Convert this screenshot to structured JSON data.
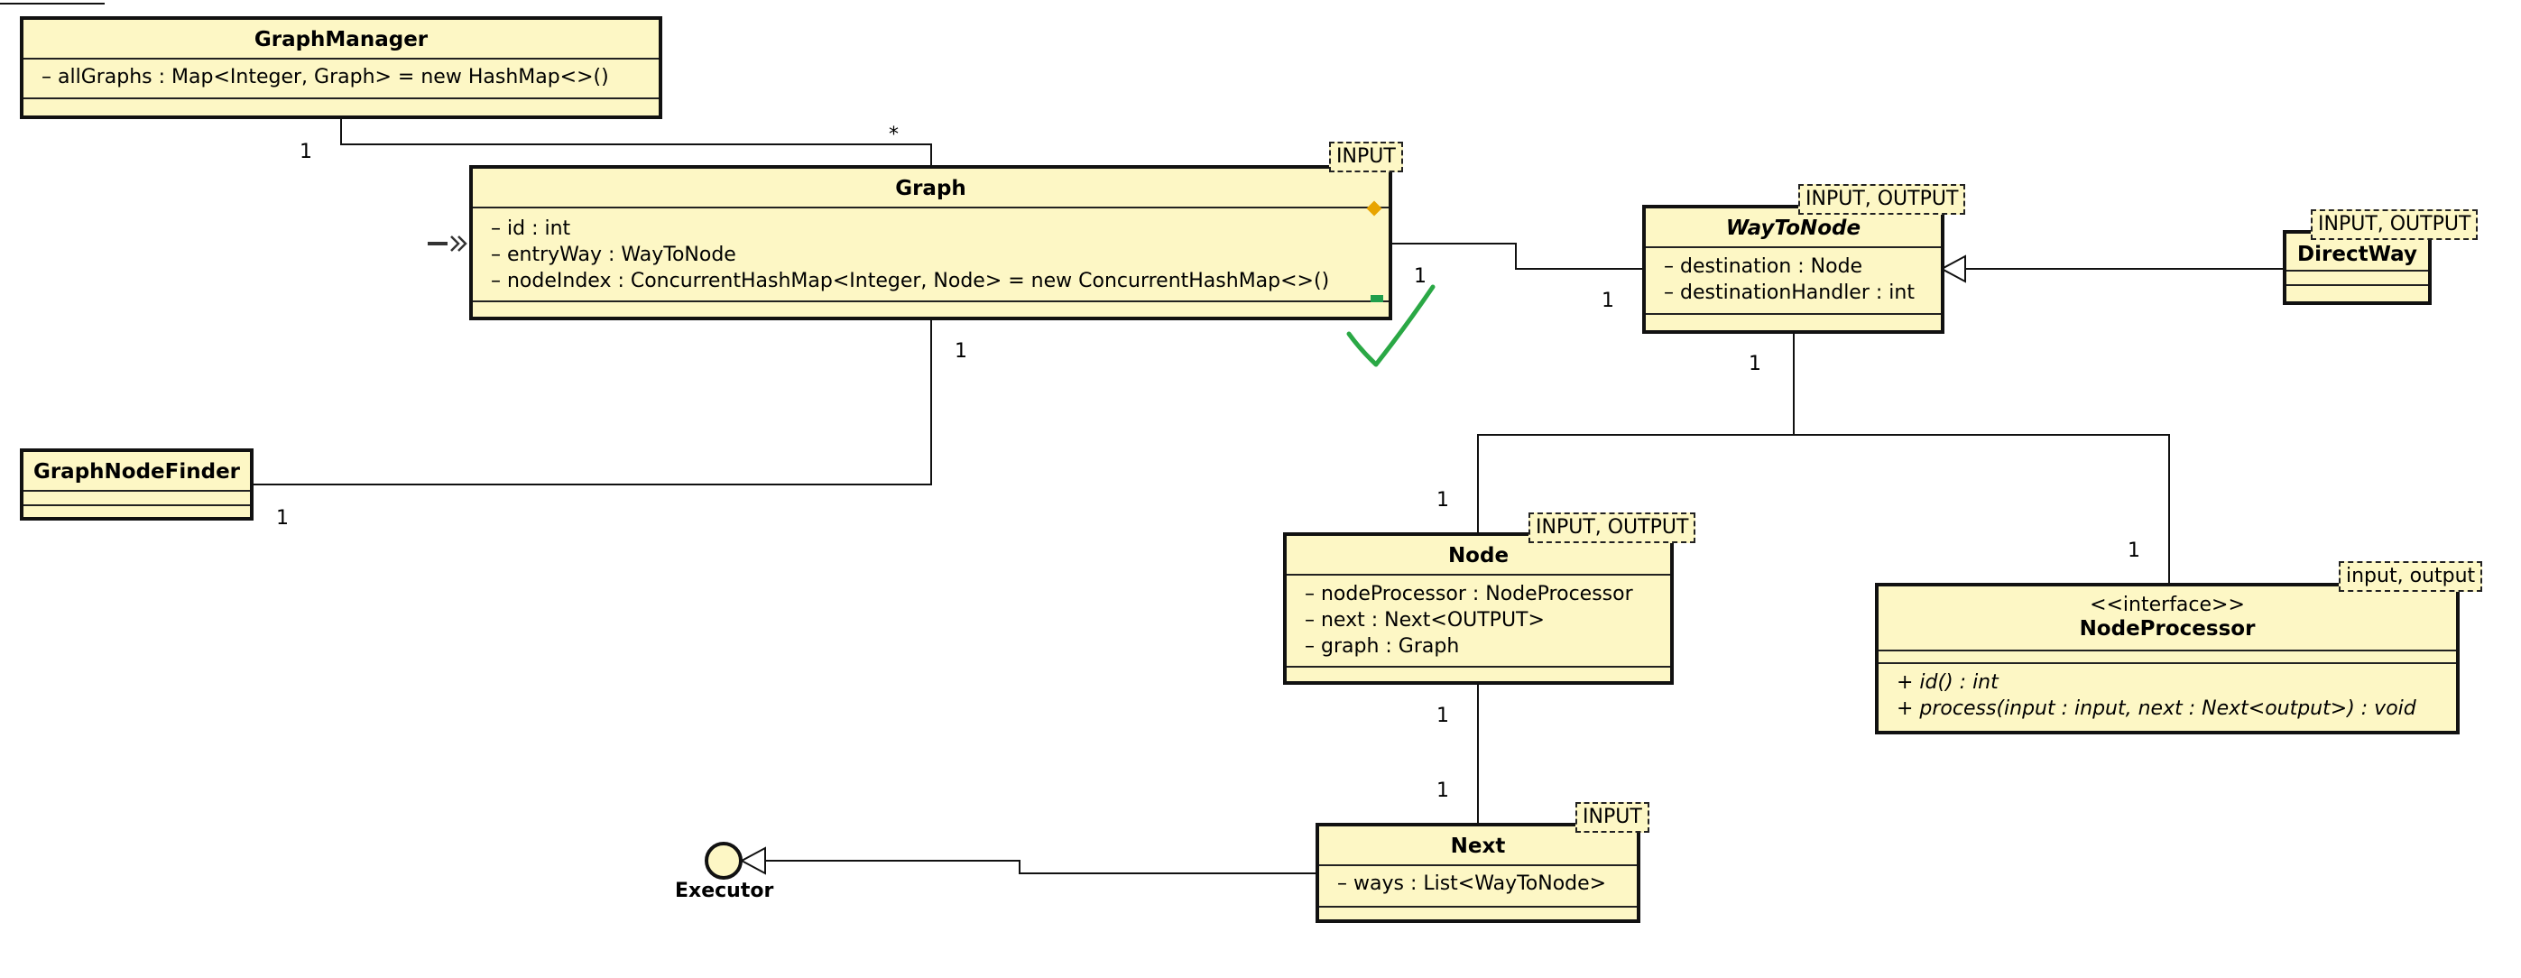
{
  "classes": {
    "graph_manager": {
      "name": "GraphManager",
      "attributes": [
        "– allGraphs : Map<Integer, Graph> = new HashMap<>()"
      ]
    },
    "graph": {
      "name": "Graph",
      "template": "INPUT",
      "attributes": [
        "– id : int",
        "– entryWay : WayToNode",
        "– nodeIndex : ConcurrentHashMap<Integer, Node> = new ConcurrentHashMap<>()"
      ]
    },
    "graph_node_finder": {
      "name": "GraphNodeFinder"
    },
    "way_to_node": {
      "name": "WayToNode",
      "template": "INPUT, OUTPUT",
      "attributes": [
        "– destination : Node",
        "– destinationHandler : int"
      ]
    },
    "direct_way": {
      "name": "DirectWay",
      "template": "INPUT, OUTPUT"
    },
    "node": {
      "name": "Node",
      "template": "INPUT, OUTPUT",
      "attributes": [
        "– nodeProcessor : NodeProcessor",
        "– next : Next<OUTPUT>",
        "– graph : Graph"
      ]
    },
    "node_processor": {
      "name": "NodeProcessor",
      "stereotype": "<<interface>>",
      "template": "input, output",
      "operations": [
        "+ id() : int",
        "+ process(input : input, next : Next<output>) : void"
      ]
    },
    "next": {
      "name": "Next",
      "template": "INPUT",
      "attributes": [
        "– ways : List<WayToNode>"
      ]
    }
  },
  "interface_lollipop": {
    "name": "Executor"
  },
  "multiplicities": {
    "gm_graph_gm": "1",
    "gm_graph_graph": "*",
    "graph_way_graph": "1",
    "graph_way_way": "1",
    "graph_finder_graph": "1",
    "graph_finder_finder": "1",
    "way_children_way": "1",
    "way_children_node": "1",
    "way_children_proc": "1",
    "node_next_node": "1",
    "node_next_next": "1"
  },
  "colors": {
    "class_fill": "#fdf7c5",
    "border": "#111111",
    "checkmark": "#2aa845",
    "marker_orange": "#e8a400",
    "marker_green": "#1f9e4c"
  }
}
